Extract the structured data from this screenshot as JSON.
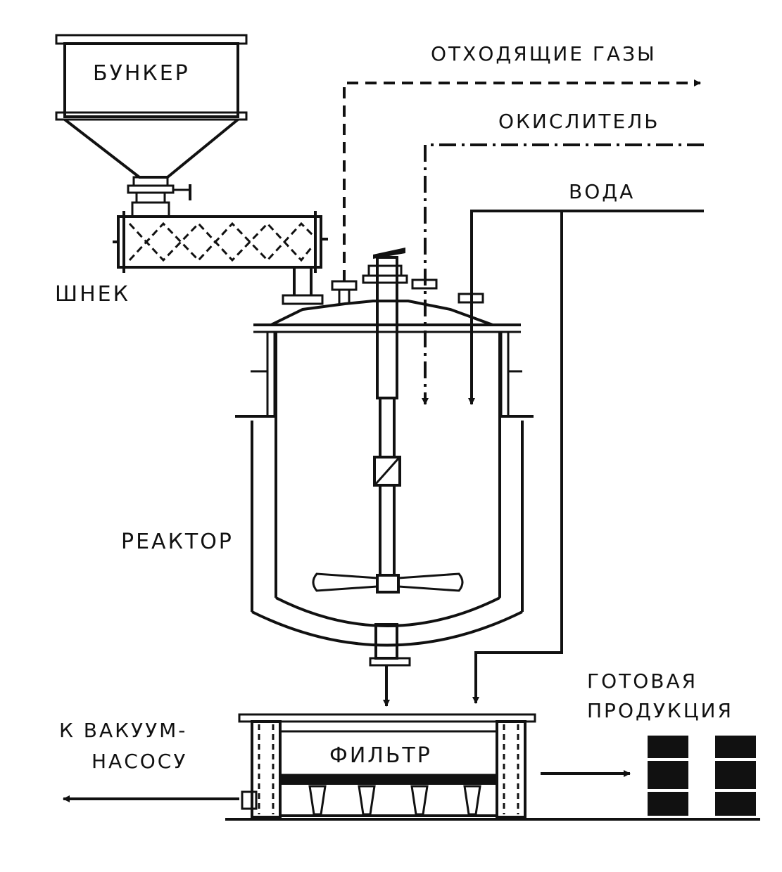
{
  "labels": {
    "bunker": "БУНКЕР",
    "screw": "ШНЕК",
    "reactor": "РЕАКТОР",
    "filter": "ФИЛЬТР",
    "off_gases": "ОТХОДЯЩИЕ ГАЗЫ",
    "oxidizer": "ОКИСЛИТЕЛЬ",
    "water": "ВОДА",
    "product_line1": "ГОТОВАЯ",
    "product_line2": "ПРОДУКЦИЯ",
    "vacuum_line1": "К ВАКУУМ-",
    "vacuum_line2": "НАСОСУ"
  },
  "colors": {
    "ink": "#111111",
    "paper": "#ffffff"
  }
}
